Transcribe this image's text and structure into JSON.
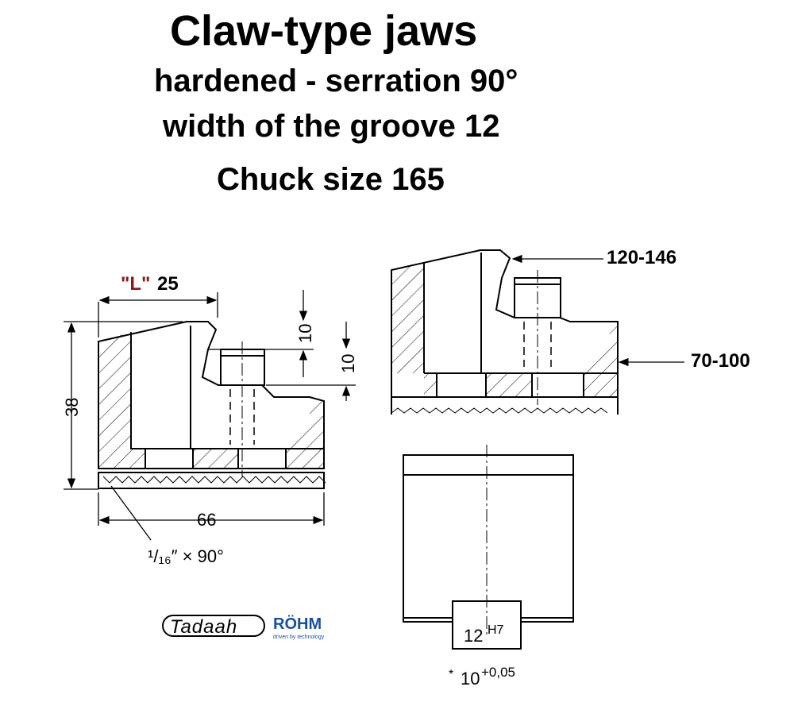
{
  "titles": {
    "main": "Claw-type jaws",
    "line2": "hardened - serration 90°",
    "line3": "width of the groove 12",
    "line4": "Chuck size 165"
  },
  "dimensions": {
    "length_label": "\"L\"",
    "length_value": "25",
    "height": "38",
    "width": "66",
    "step_top": "10",
    "step_side": "10",
    "chamfer": "¹/₁₆″ × 90°",
    "range_upper": "120-146",
    "range_lower": "70-100",
    "groove_fit": "12",
    "groove_fit_tol": "H7",
    "key_size_star": "*",
    "key_size": "10",
    "key_size_tol": "+0,05"
  },
  "logos": {
    "tadaah": "Tadaah",
    "rohm": "RÖHM",
    "rohm_tagline": "driven by technology"
  },
  "colors": {
    "line": "#000000",
    "label_red": "#8b1a1a",
    "rohm_blue": "#1a4f9c"
  }
}
